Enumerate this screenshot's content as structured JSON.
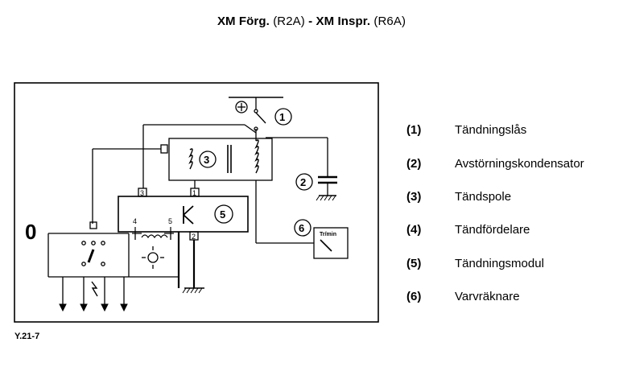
{
  "title": {
    "part1": "XM Förg.",
    "part2": "(R2A)",
    "sep": "- XM Inspr.",
    "part3": "(R6A)"
  },
  "diagram": {
    "side_label": "0",
    "components": [
      {
        "number": "1"
      },
      {
        "number": "2"
      },
      {
        "number": "3"
      },
      {
        "number": "5"
      },
      {
        "number": "6"
      }
    ],
    "module_pins": [
      "3",
      "1",
      "4",
      "5",
      "2"
    ],
    "tachometer_scale": "Tr/min",
    "plus_symbol": "+"
  },
  "legend": [
    {
      "num": "(1)",
      "label": "Tändningslås"
    },
    {
      "num": "(2)",
      "label": "Avstörningskondensator"
    },
    {
      "num": "(3)",
      "label": "Tändspole"
    },
    {
      "num": "(4)",
      "label": "Tändfördelare"
    },
    {
      "num": "(5)",
      "label": "Tändningsmodul"
    },
    {
      "num": "(6)",
      "label": "Varvräknare"
    }
  ],
  "figure_id": "Y.21-7"
}
